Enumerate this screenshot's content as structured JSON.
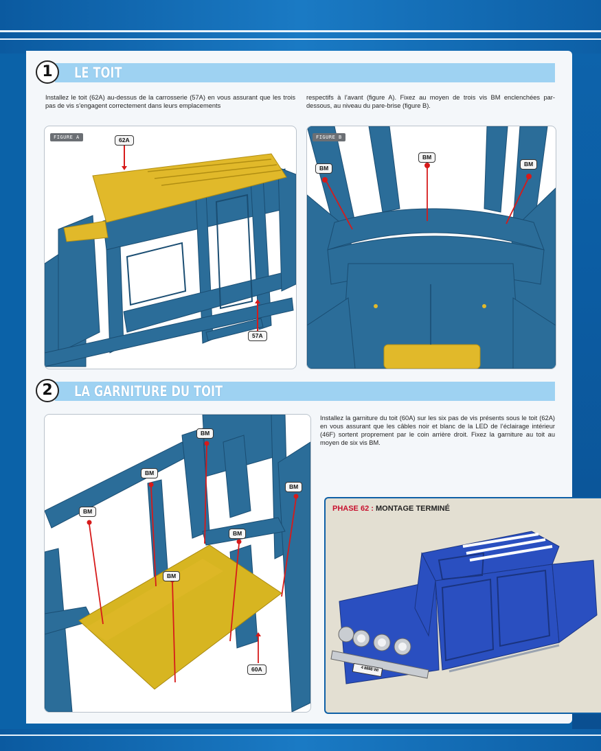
{
  "colors": {
    "brand_blue": "#0b62a8",
    "section_bar": "#9ed2f2",
    "body_blue": "#2b6d99",
    "roof_yellow": "#e1b92a",
    "screw_red": "#d61a1a",
    "phase_red": "#c8102e",
    "finished_blue": "#2a4fc0"
  },
  "section1": {
    "number": "1",
    "title": "LE TOIT",
    "text_left": "Installez le toit (62A) au-dessus de la carrosserie (57A) en vous assurant que les trois pas de vis s’engagent correctement dans leurs emplacements",
    "text_right": "respectifs à l’avant (figure A). Fixez au moyen de trois vis BM enclenchées par-dessous, au niveau du pare-brise (figure B).",
    "figure_a": {
      "tag": "FIGURE A",
      "label_roof": "62A",
      "label_body": "57A"
    },
    "figure_b": {
      "tag": "FIGURE B",
      "label_screw": "BM"
    }
  },
  "section2": {
    "number": "2",
    "title": "LA GARNITURE DU TOIT",
    "text": "Installez la garniture du toit (60A) sur les six pas de vis présents sous le toit (62A) en vous assurant que les câbles noir et blanc de la LED de l’éclairage intérieur (46F) sortent proprement par le coin arrière droit. Fixez la garniture au toit au moyen de six vis BM.",
    "label_screw": "BM",
    "label_lining": "60A"
  },
  "phase": {
    "prefix": "PHASE 62 :",
    "title": "MONTAGE TERMINÉ",
    "plate_text": "4 8888 WI"
  }
}
